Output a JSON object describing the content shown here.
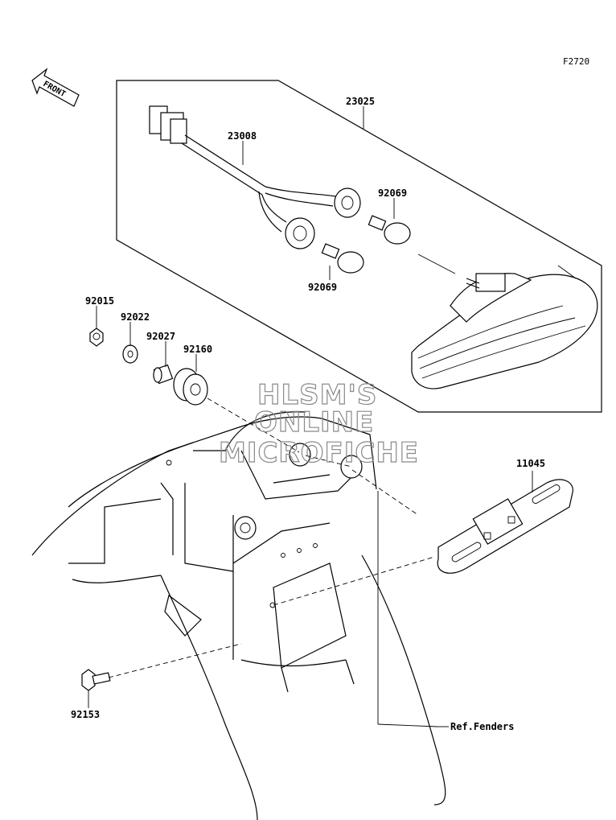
{
  "diagram": {
    "figure_code": "F2720",
    "front_label": "FRONT",
    "watermark": [
      "HLSM'S",
      "ONLINE",
      "MICROFICHE"
    ],
    "parts": [
      {
        "id": "23025",
        "label": "23025"
      },
      {
        "id": "23008",
        "label": "23008"
      },
      {
        "id": "92069a",
        "label": "92069"
      },
      {
        "id": "92069b",
        "label": "92069"
      },
      {
        "id": "92015",
        "label": "92015"
      },
      {
        "id": "92022",
        "label": "92022"
      },
      {
        "id": "92027",
        "label": "92027"
      },
      {
        "id": "92160",
        "label": "92160"
      },
      {
        "id": "11045",
        "label": "11045"
      },
      {
        "id": "92153",
        "label": "92153"
      }
    ],
    "reference": "Ref.Fenders"
  }
}
